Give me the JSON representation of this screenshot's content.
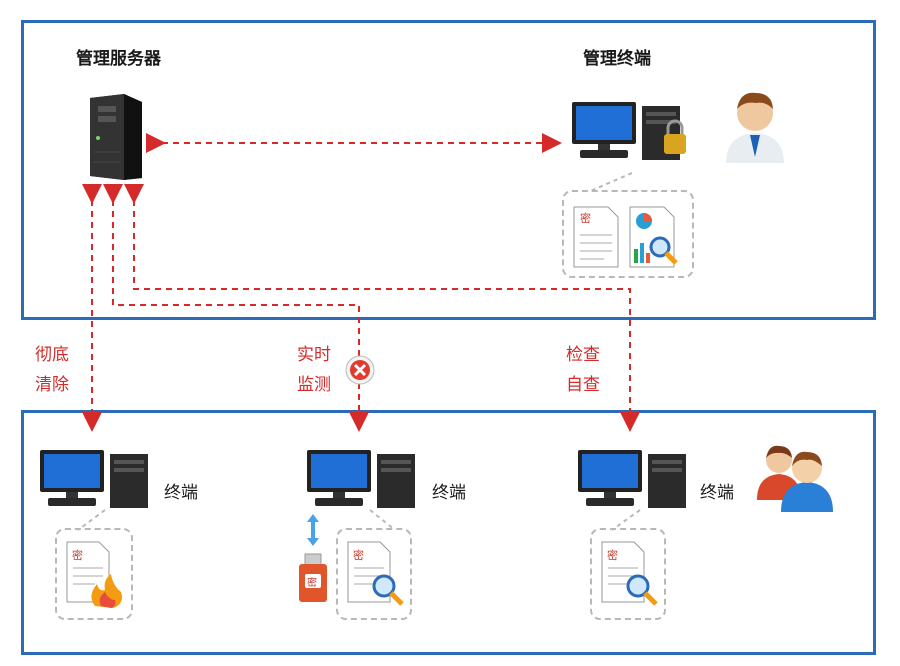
{
  "top": {
    "server_label": "管理服务器",
    "terminal_label": "管理终端"
  },
  "actions": {
    "wipe": [
      "彻底",
      "清除"
    ],
    "monitor": [
      "实时",
      "监测"
    ],
    "check": [
      "检查",
      "自查"
    ]
  },
  "bottom": {
    "terminal_left_label": "终端",
    "terminal_mid_label": "终端",
    "terminal_right_label": "终端"
  },
  "doc_mark": "密",
  "colors": {
    "frame": "#2c6bb8",
    "arrow": "#d42a2a"
  }
}
